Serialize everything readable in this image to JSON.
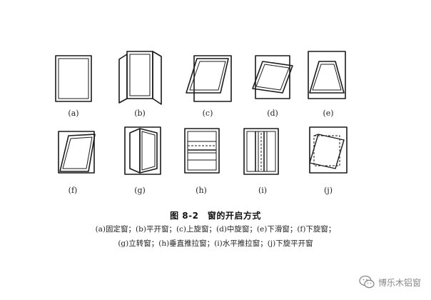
{
  "labels": {
    "a": "(a)",
    "b": "(b)",
    "c": "(c)",
    "d": "(d)",
    "e": "(e)",
    "f": "(f)",
    "g": "(g)",
    "h": "(h)",
    "i": "(i)",
    "j": "(j)"
  },
  "caption": {
    "title": "图 8-2　窗的开启方式",
    "line1": "(a)固定窗；(b)平开窗；(c)上旋窗；(d)中旋窗；(e)下滑窗；(f)下旋窗；",
    "line2": "(g)立转窗；(h)垂直推拉窗；(i)水平推拉窗；(j)下旋平开窗"
  },
  "watermark": {
    "text": "博乐木铝窗",
    "icon": "wechat-icon"
  },
  "colors": {
    "ink": "#1a1a1a",
    "watermark": "#888888"
  }
}
